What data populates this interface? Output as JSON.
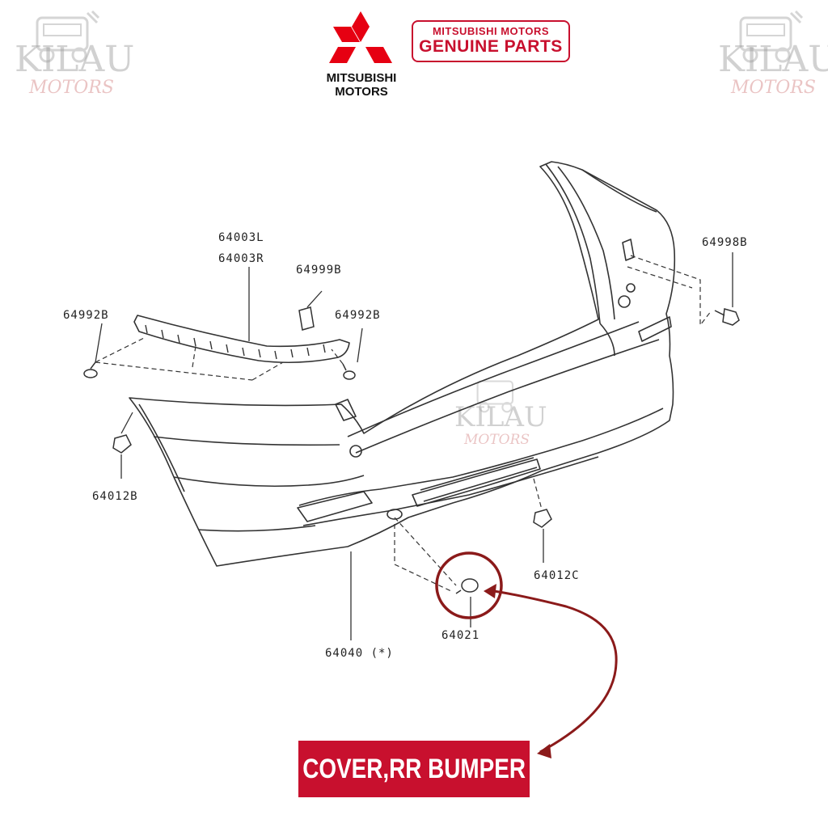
{
  "brand": {
    "name_line1": "MITSUBISHI",
    "name_line2": "MOTORS",
    "genuine_line1": "MITSUBISHI MOTORS",
    "genuine_line2": "GENUINE PARTS",
    "logo_color": "#e60012",
    "accent_color": "#c8102e"
  },
  "watermark": {
    "text": "KILAU",
    "subtext": "MOTORS"
  },
  "parts": {
    "p64003L": "64003L",
    "p64003R": "64003R",
    "p64999B": "64999B",
    "p64992B_left": "64992B",
    "p64992B_right": "64992B",
    "p64998B": "64998B",
    "p64012B": "64012B",
    "p64012C": "64012C",
    "p64040": "64040 (*)",
    "p64021": "64021"
  },
  "highlight": {
    "part": "64021",
    "label": "COVER,RR BUMPER"
  }
}
